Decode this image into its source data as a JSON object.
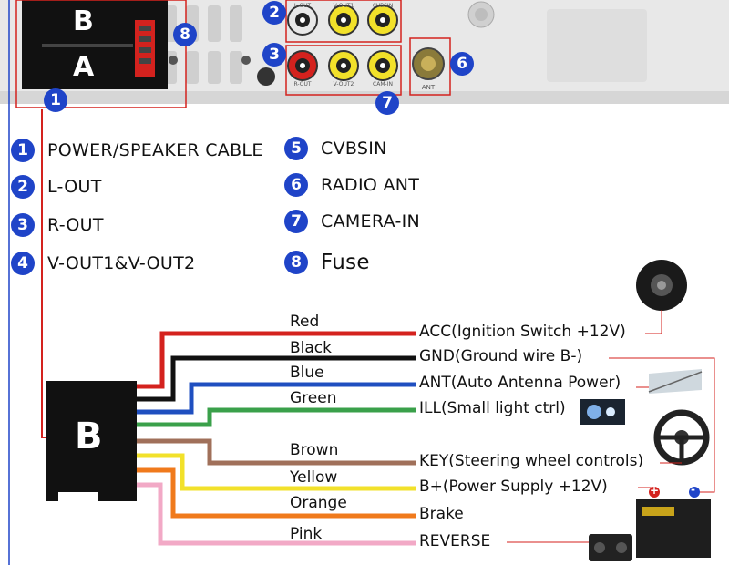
{
  "connector_labels": {
    "top_b": "B",
    "top_a": "A",
    "block_b": "B"
  },
  "callouts": [
    "1",
    "2",
    "3",
    "7",
    "8",
    "6"
  ],
  "legend": [
    {
      "num": "1",
      "label": "POWER/SPEAKER CABLE"
    },
    {
      "num": "2",
      "label": "L-OUT"
    },
    {
      "num": "3",
      "label": "R-OUT"
    },
    {
      "num": "4",
      "label": "V-OUT1&V-OUT2"
    },
    {
      "num": "5",
      "label": "CVBSIN"
    },
    {
      "num": "6",
      "label": "RADIO ANT"
    },
    {
      "num": "7",
      "label": "CAMERA-IN"
    },
    {
      "num": "8",
      "label": "Fuse"
    }
  ],
  "wires": [
    {
      "color_name": "Red",
      "hex": "#d4221e",
      "function": "ACC(Ignition Switch +12V)"
    },
    {
      "color_name": "Black",
      "hex": "#111111",
      "function": "GND(Ground wire B-)"
    },
    {
      "color_name": "Blue",
      "hex": "#1f4fc0",
      "function": "ANT(Auto Antenna Power)"
    },
    {
      "color_name": "Green",
      "hex": "#3aa04a",
      "function": "ILL(Small light ctrl)"
    },
    {
      "color_name": "Brown",
      "hex": "#a0705a",
      "function": "KEY(Steering wheel controls)"
    },
    {
      "color_name": "Yellow",
      "hex": "#f2e12a",
      "function": "B+(Power Supply +12V)"
    },
    {
      "color_name": "Orange",
      "hex": "#f07a1c",
      "function": "Brake"
    },
    {
      "color_name": "Pink",
      "hex": "#f2a9c6",
      "function": "REVERSE"
    }
  ],
  "rca_jack_texts": [
    "L-OUT",
    "V-OUT1",
    "CVBSIN",
    "R-OUT",
    "V-OUT2",
    "CAM-IN",
    "ANT"
  ],
  "battery_terminals": {
    "positive": "+",
    "negative": "-"
  },
  "colors": {
    "callout_blue": "#1f44c8",
    "connector_black": "#111111",
    "panel_gray": "#e6e6e6",
    "highlight_red": "#d4221e"
  }
}
